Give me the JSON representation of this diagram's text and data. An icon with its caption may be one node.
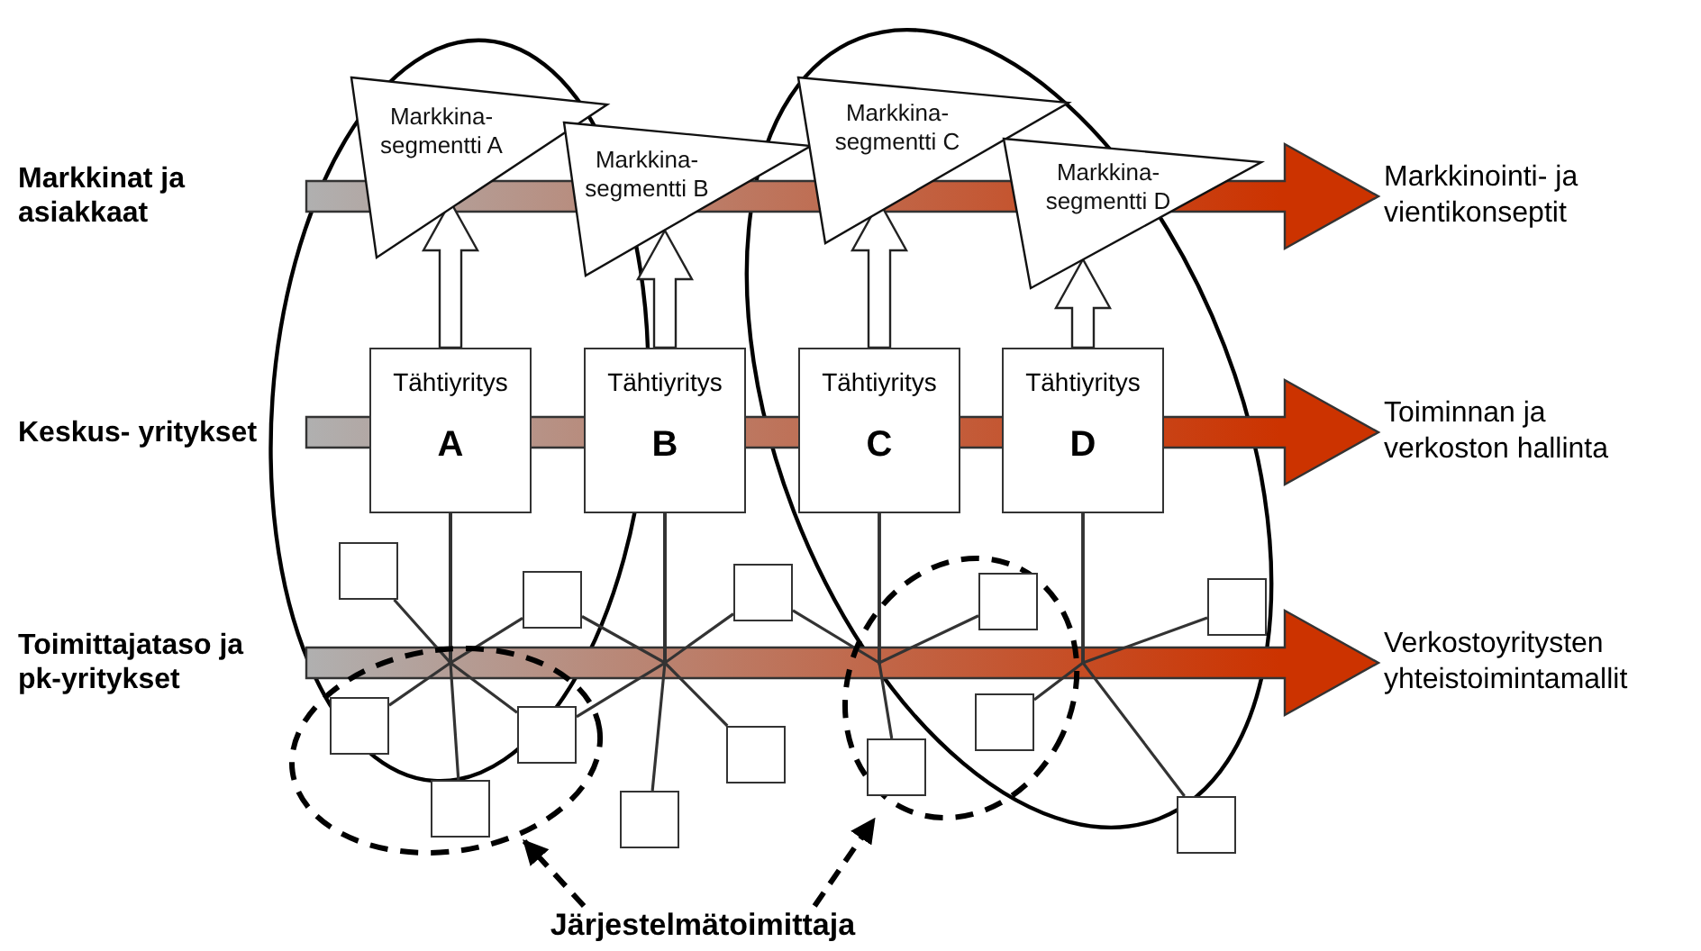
{
  "diagram": {
    "nodes": [
      {
        "text": [
          "Markkinat ja asiakkaat"
        ]
      },
      {
        "text": [
          "Markkina- segmentti A"
        ]
      },
      {
        "text": [
          "Markkina- segmentti B"
        ]
      },
      {
        "text": [
          "Markkina- segmentti C"
        ]
      },
      {
        "text": [
          "Markkina- segmentti D"
        ]
      },
      {
        "text": [
          "Markkinointi- ja vientikonseptit"
        ]
      },
      {
        "text": [
          "Keskus- yritykset"
        ]
      },
      {
        "text": [
          "Tähtiyritys",
          "A"
        ]
      },
      {
        "text": [
          "Tähtiyritys",
          "B"
        ]
      },
      {
        "text": [
          "Tähtiyritys",
          "C"
        ]
      },
      {
        "text": [
          "Tähtiyritys",
          "D"
        ]
      },
      {
        "text": [
          "Toiminnan ja verkoston hallinta"
        ]
      },
      {
        "text": [
          "Toimittajataso ja pk-yritykset"
        ]
      },
      {
        "text": [],
        "shape": "ellipse"
      },
      {
        "text": [],
        "shape": "ellipse"
      },
      {
        "text": [],
        "shape": "box"
      },
      {
        "text": [],
        "shape": "box"
      },
      {
        "text": [],
        "shape": "box"
      },
      {
        "text": [],
        "shape": "box",
        "in": 14
      },
      {
        "text": [],
        "shape": "box"
      },
      {
        "text": [],
        "shape": "box",
        "in": 13
      },
      {
        "text": [],
        "shape": "box",
        "in": 13
      },
      {
        "text": [],
        "shape": "box"
      },
      {
        "text": [],
        "shape": "box",
        "in": 14
      },
      {
        "text": [],
        "shape": "box",
        "in": 14
      },
      {
        "text": [],
        "shape": "box",
        "in": 13
      },
      {
        "text": [],
        "shape": "box"
      },
      {
        "text": [],
        "shape": "box"
      },
      {
        "text": [
          "Verkostoyritysten yhteistoimintamallit"
        ]
      },
      {
        "text": [
          "Järjestelmätoimittaja"
        ]
      }
    ],
    "edges": [
      {
        "from": 0,
        "to": 5,
        "arrow": "to",
        "style": "thick",
        "color": "#cc3300"
      },
      {
        "from": 6,
        "to": 11,
        "arrow": "to",
        "style": "thick",
        "color": "#cc3300"
      },
      {
        "from": 12,
        "to": 28,
        "arrow": "to",
        "style": "thick",
        "color": "#cc3300"
      },
      {
        "from": 7,
        "to": 1,
        "arrow": "to",
        "style": "thick"
      },
      {
        "from": 8,
        "to": 2,
        "arrow": "to",
        "style": "thick"
      },
      {
        "from": 9,
        "to": 3,
        "arrow": "to",
        "style": "thick"
      },
      {
        "from": 10,
        "to": 4,
        "arrow": "to",
        "style": "thick"
      },
      {
        "from": 15,
        "to": 7,
        "arrow": "none"
      },
      {
        "from": 16,
        "to": 7,
        "arrow": "none"
      },
      {
        "from": 20,
        "to": 7,
        "arrow": "none"
      },
      {
        "from": 21,
        "to": 7,
        "arrow": "none"
      },
      {
        "from": 25,
        "to": 7,
        "arrow": "none"
      },
      {
        "from": 16,
        "to": 8,
        "arrow": "none"
      },
      {
        "from": 21,
        "to": 8,
        "arrow": "none"
      },
      {
        "from": 17,
        "to": 8,
        "arrow": "none"
      },
      {
        "from": 22,
        "to": 8,
        "arrow": "none"
      },
      {
        "from": 26,
        "to": 8,
        "arrow": "none"
      },
      {
        "from": 17,
        "to": 9,
        "arrow": "none"
      },
      {
        "from": 18,
        "to": 9,
        "arrow": "none"
      },
      {
        "from": 24,
        "to": 9,
        "arrow": "none"
      },
      {
        "from": 19,
        "to": 10,
        "arrow": "none"
      },
      {
        "from": 23,
        "to": 10,
        "arrow": "none"
      },
      {
        "from": 27,
        "to": 10,
        "arrow": "none"
      },
      {
        "from": 29,
        "to": 13,
        "arrow": "to",
        "style": "dashed"
      },
      {
        "from": 29,
        "to": 14,
        "arrow": "to",
        "style": "dashed"
      }
    ]
  }
}
